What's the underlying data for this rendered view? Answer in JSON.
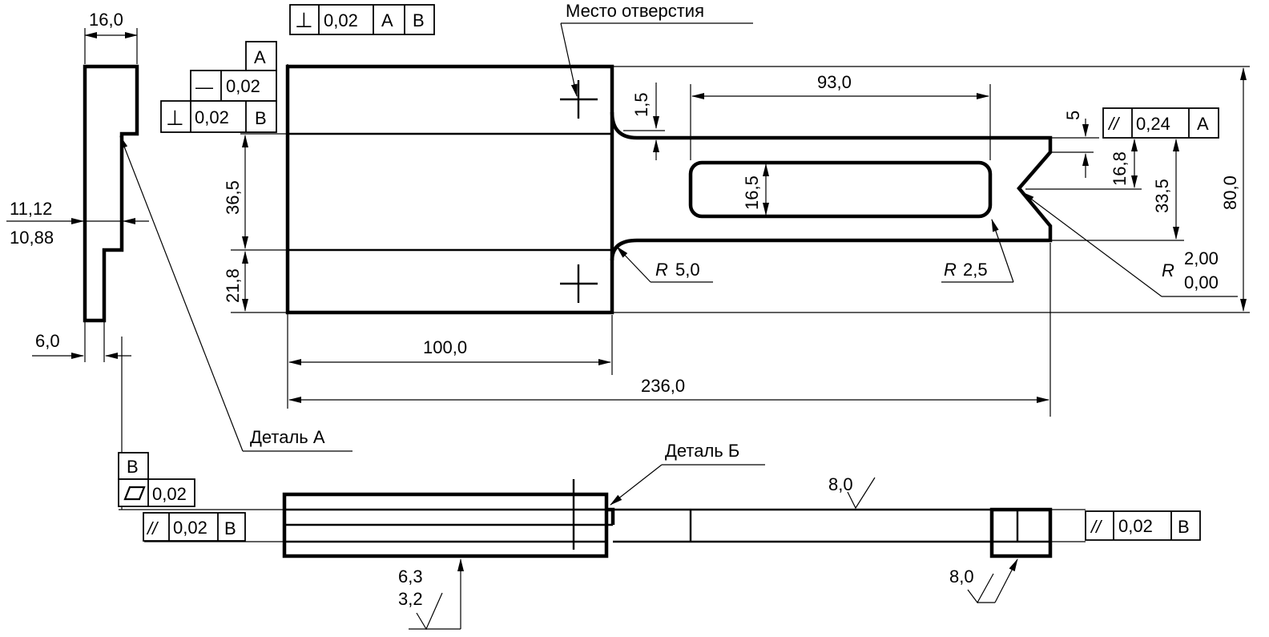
{
  "labels": {
    "hole_location": "Место отверстия",
    "detail_a": "Деталь А",
    "detail_b": "Деталь Б"
  },
  "dimensions": {
    "side_width": "16,0",
    "side_tol_upper": "11,12",
    "side_tol_lower": "10,88",
    "side_small": "6,0",
    "dim_36_5": "36,5",
    "dim_21_8": "21,8",
    "dim_100": "100,0",
    "dim_236": "236,0",
    "dim_93": "93,0",
    "dim_1_5": "1,5",
    "dim_16_5": "16,5",
    "dim_5": "5",
    "dim_16_8": "16,8",
    "dim_33_5": "33,5",
    "dim_80": "80,0",
    "radius_5_prefix": "R",
    "radius_5": "5,0",
    "radius_2_5_prefix": "R",
    "radius_2_5": "2,5",
    "radius_notch_prefix": "R",
    "radius_notch_upper": "2,00",
    "radius_notch_lower": "0,00"
  },
  "tolerance_frames": {
    "perp_top": {
      "symbol": "⊥",
      "value": "0,02",
      "datum1": "A",
      "datum2": "B"
    },
    "datum_a": "A",
    "flat": {
      "symbol": "—",
      "value": "0,02"
    },
    "perp_left": {
      "symbol": "⊥",
      "value": "0,02",
      "datum": "B"
    },
    "parallel_right": {
      "symbol": "//",
      "value": "0,24",
      "datum": "A"
    },
    "datum_b_bottom": "B",
    "flatness_bottom": {
      "value": "0,02"
    },
    "parallel_bottom_left": {
      "symbol": "//",
      "value": "0,02",
      "datum": "B"
    },
    "parallel_bottom_right": {
      "symbol": "//",
      "value": "0,02",
      "datum": "B"
    }
  },
  "roughness": {
    "top_surface": "8,0",
    "bottom_left_upper": "6,3",
    "bottom_left_lower": "3,2",
    "bottom_right": "8,0"
  }
}
